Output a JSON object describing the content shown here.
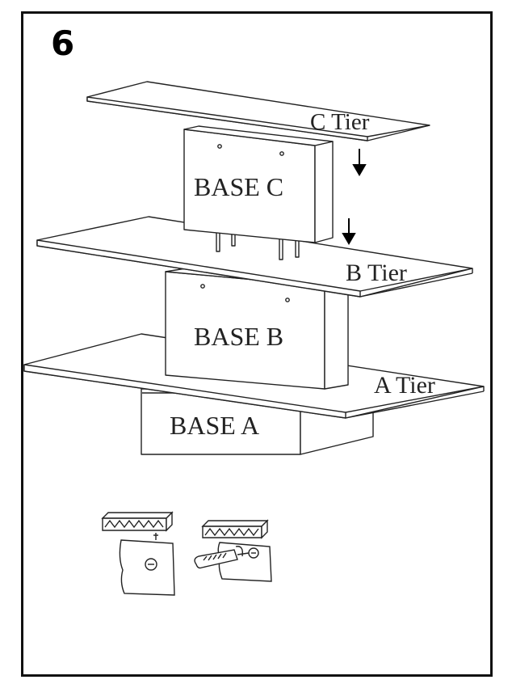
{
  "step": {
    "number": "6"
  },
  "tiers": [
    {
      "key": "c",
      "label": "C Tier"
    },
    {
      "key": "b",
      "label": "B Tier"
    },
    {
      "key": "a",
      "label": "A Tier"
    }
  ],
  "bases": [
    {
      "key": "c",
      "label": "BASE C"
    },
    {
      "key": "b",
      "label": "BASE B"
    },
    {
      "key": "a",
      "label": "BASE A"
    }
  ],
  "colors": {
    "line": "#222222",
    "frame": "#111111",
    "paper": "#ffffff"
  },
  "icons": [
    "down-arrow-icon",
    "shelf-pin-icon",
    "screw-icon",
    "screwdriver-icon"
  ]
}
